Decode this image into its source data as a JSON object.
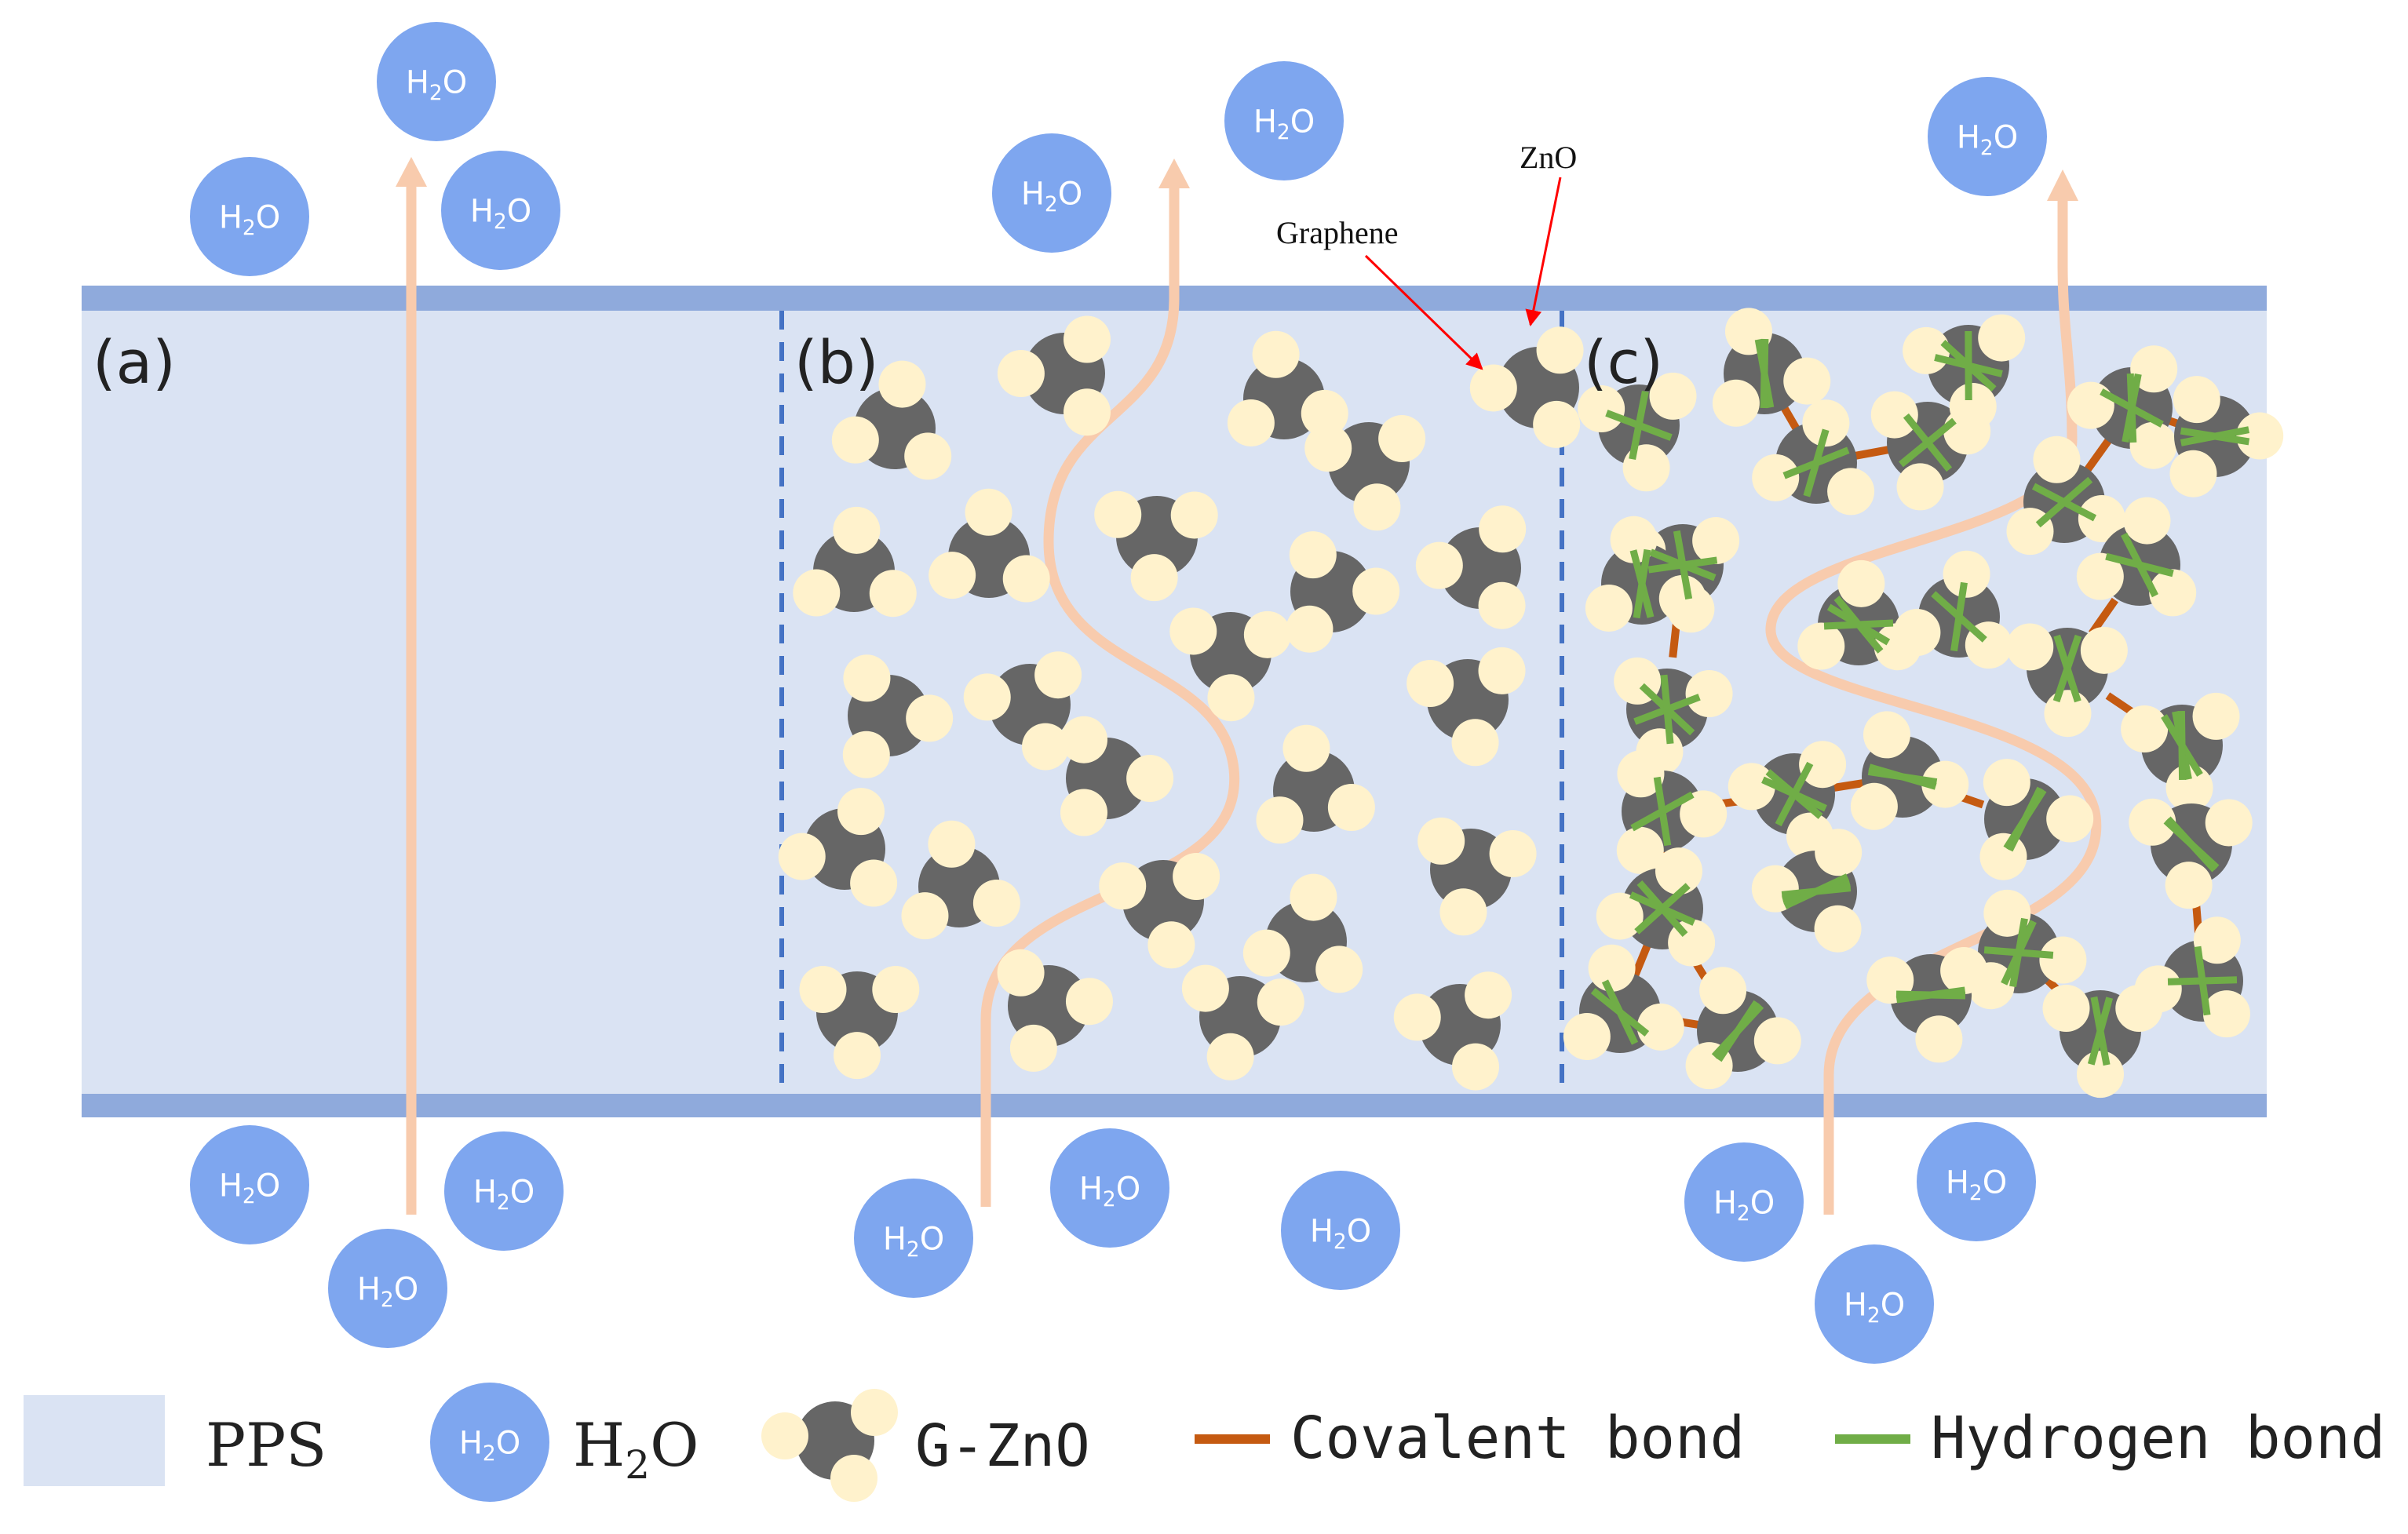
{
  "panels": [
    {
      "label": "(a)"
    },
    {
      "label": "(b)"
    },
    {
      "label": "(c)"
    }
  ],
  "molecule": {
    "main": "H",
    "sub": "2",
    "tail": "O"
  },
  "callouts": {
    "graphene": "Graphene",
    "zno": "ZnO"
  },
  "legend": {
    "pps": "PPS",
    "h2o": {
      "main": "H",
      "sub": "2",
      "tail": "O"
    },
    "gzno": "G-ZnO",
    "covalent": "Covalent bond",
    "hydrogen": "Hydrogen bond"
  },
  "colors": {
    "pps_fill": "#dae3f3",
    "membrane_border": "#8faadc",
    "divider": "#4472c4",
    "water": "#7ea6ef",
    "graphene": "#666666",
    "zno": "#fff2cc",
    "path": "#f8cbad",
    "covalent": "#c55a11",
    "hydrogen": "#70ad47",
    "callout_arrow": "#ff0000"
  }
}
